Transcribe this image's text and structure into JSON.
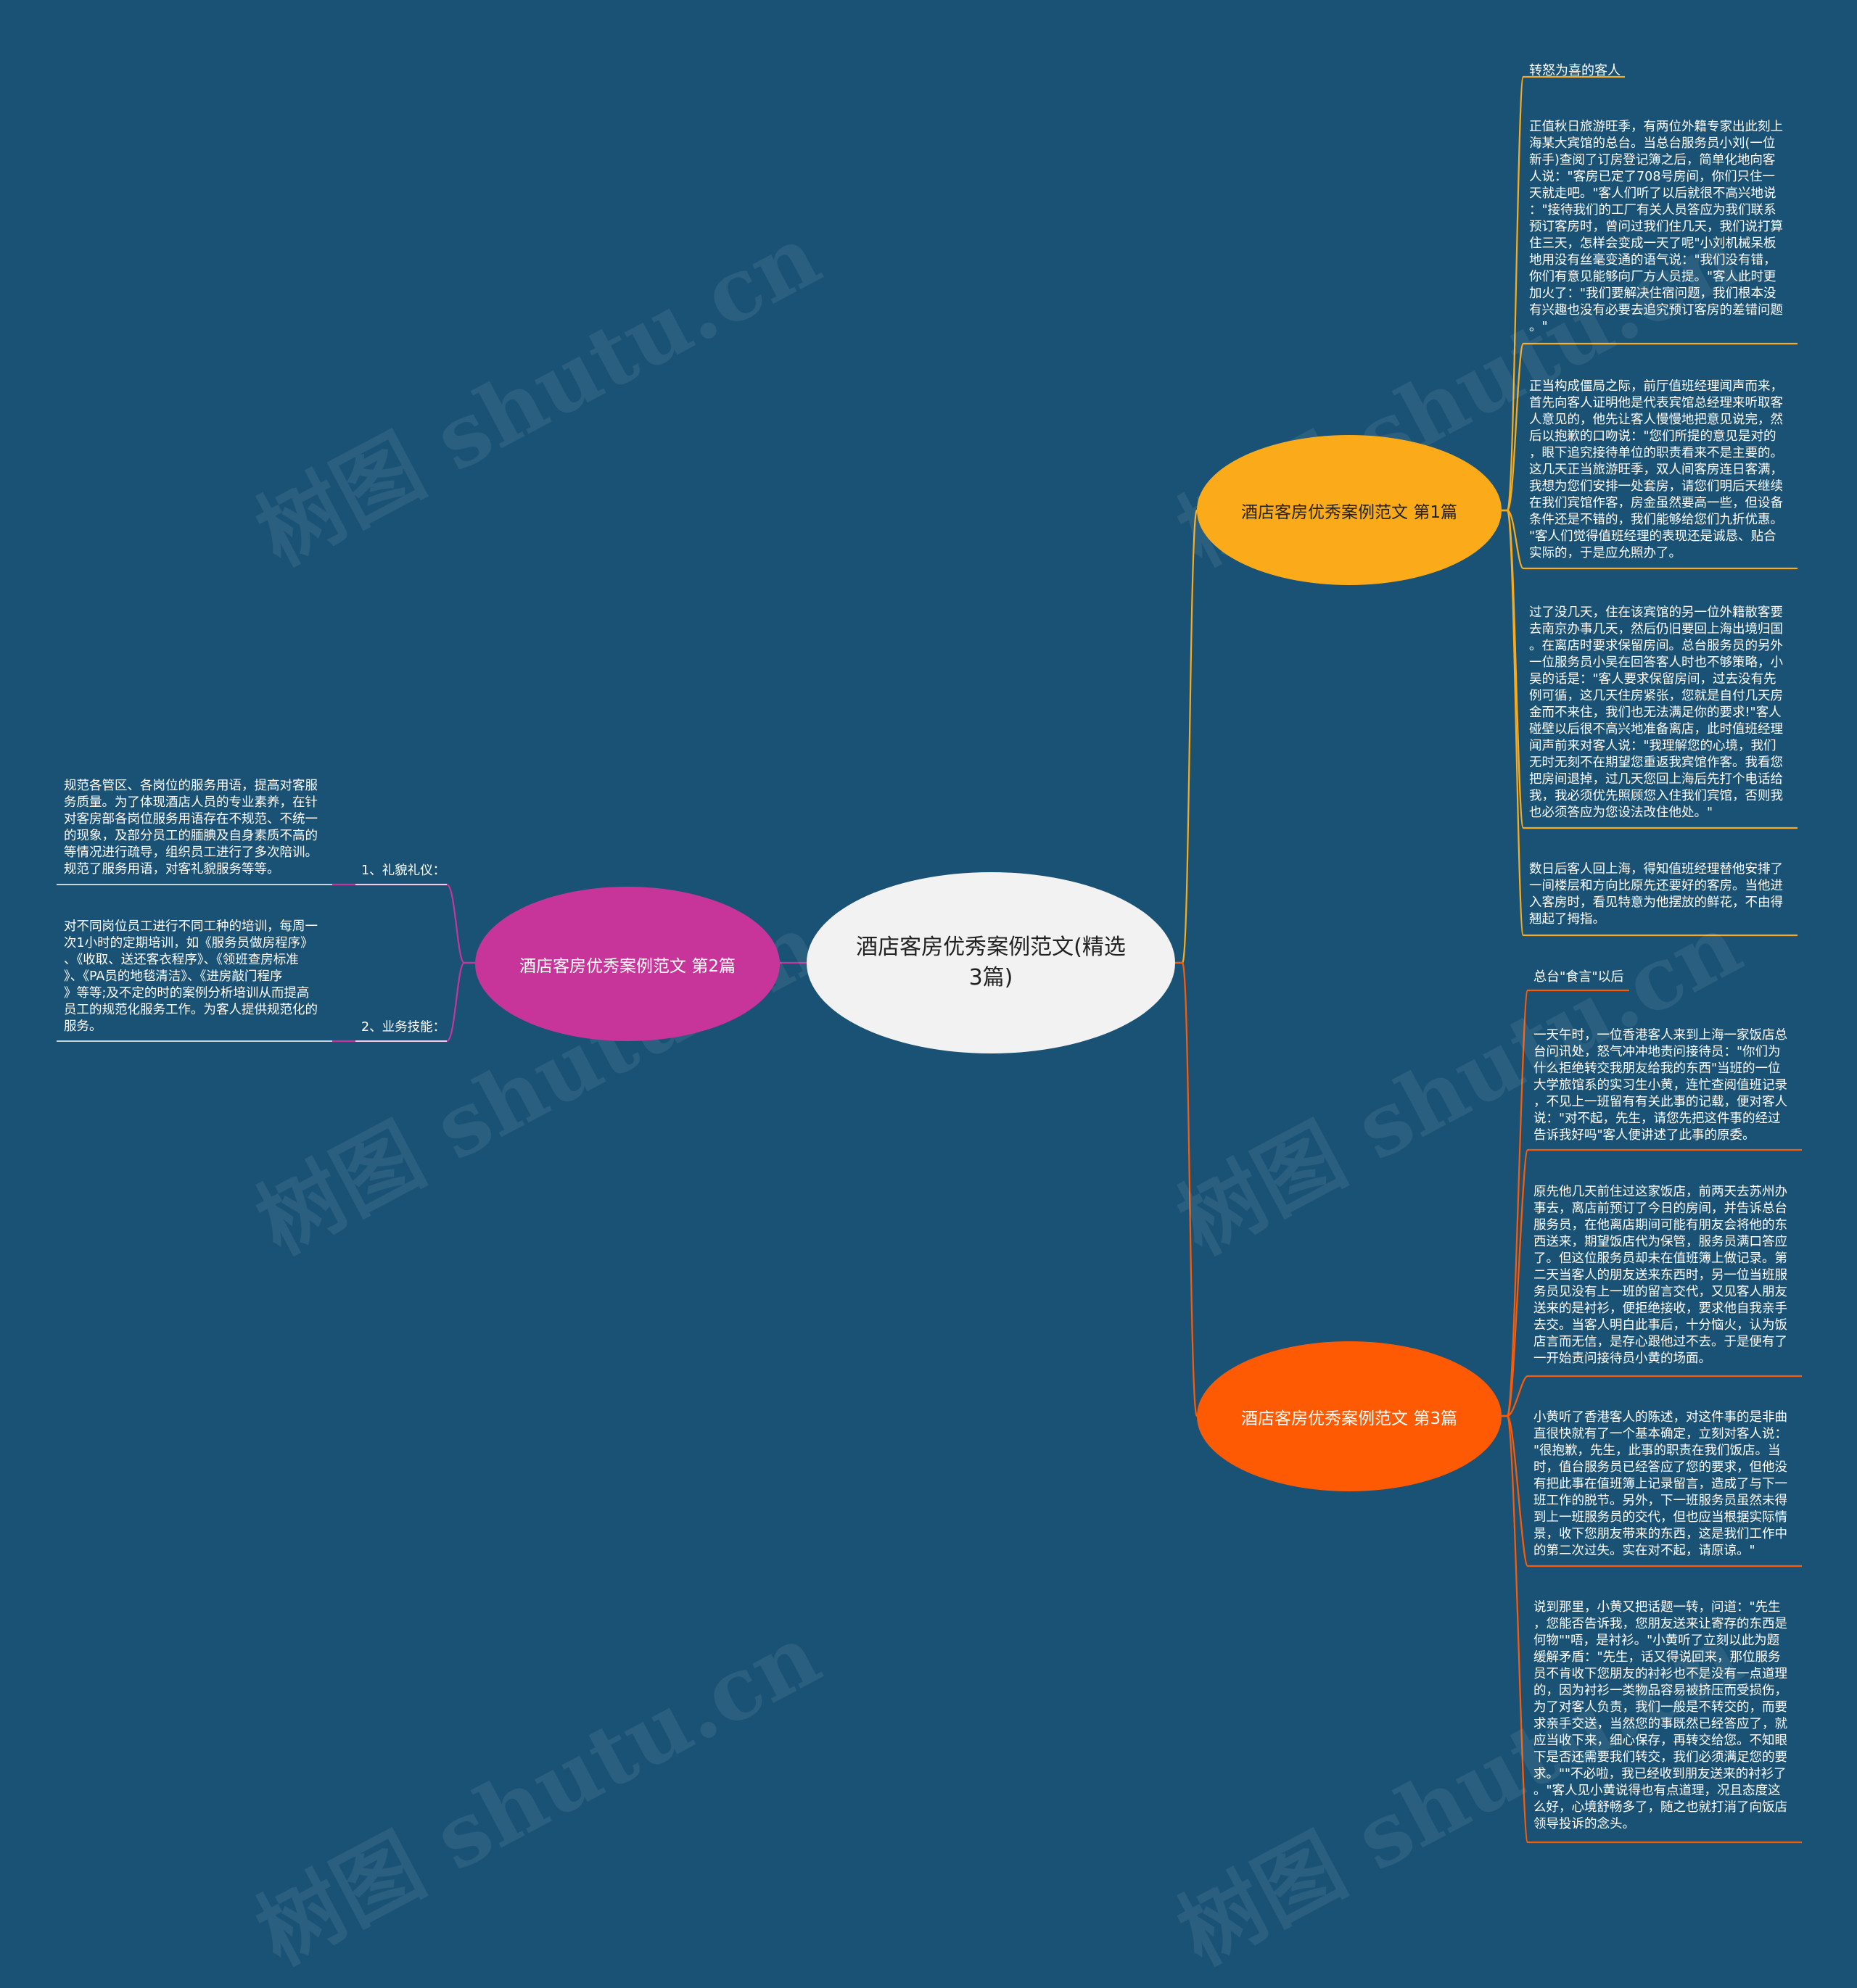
{
  "watermark": "树图 shutu.cn",
  "colors": {
    "background": "#1a5276",
    "root": "#f2f2f2",
    "branch1": "#fbab19",
    "branch2": "#c7359a",
    "branch3": "#fe5a03"
  },
  "root": {
    "label": "酒店客房优秀案例范文(精选3篇)"
  },
  "branch1": {
    "label": "酒店客房优秀案例范文 第1篇",
    "title": "转怒为喜的客人",
    "paragraphs": [
      "正值秋日旅游旺季，有两位外籍专家出此刻上\n海某大宾馆的总台。当总台服务员小刘(一位\n新手)查阅了订房登记簿之后，简单化地向客\n人说：\"客房已定了708号房间，你们只住一\n天就走吧。\"客人们听了以后就很不高兴地说\n：\"接待我们的工厂有关人员答应为我们联系\n预订客房时，曾问过我们住几天，我们说打算\n住三天，怎样会变成一天了呢\"小刘机械呆板\n地用没有丝毫变通的语气说：\"我们没有错，\n你们有意见能够向厂方人员提。\"客人此时更\n加火了：\"我们要解决住宿问题，我们根本没\n有兴趣也没有必要去追究预订客房的差错问题\n。\"",
      "正当构成僵局之际，前厅值班经理闻声而来，\n首先向客人证明他是代表宾馆总经理来听取客\n人意见的，他先让客人慢慢地把意见说完，然\n后以抱歉的口吻说：\"您们所提的意见是对的\n，眼下追究接待单位的职责看来不是主要的。\n这几天正当旅游旺季，双人间客房连日客满，\n我想为您们安排一处套房，请您们明后天继续\n在我们宾馆作客，房金虽然要高一些，但设备\n条件还是不错的，我们能够给您们九折优惠。\n\"客人们觉得值班经理的表现还是诚恳、贴合\n实际的，于是应允照办了。",
      "过了没几天，住在该宾馆的另一位外籍散客要\n去南京办事几天，然后仍旧要回上海出境归国\n。在离店时要求保留房间。总台服务员的另外\n一位服务员小吴在回答客人时也不够策略，小\n吴的话是：\"客人要求保留房间，过去没有先\n例可循，这几天住房紧张，您就是自付几天房\n金而不来住，我们也无法满足你的要求!\"客人\n碰壁以后很不高兴地准备离店，此时值班经理\n闻声前来对客人说：\"我理解您的心境，我们\n无时无刻不在期望您重返我宾馆作客。我看您\n把房间退掉，过几天您回上海后先打个电话给\n我，我必须优先照顾您入住我们宾馆，否则我\n也必须答应为您设法改住他处。\"",
      "数日后客人回上海，得知值班经理替他安排了\n一间楼层和方向比原先还要好的客房。当他进\n入客房时，看见特意为他摆放的鲜花，不由得\n翘起了拇指。"
    ]
  },
  "branch2": {
    "label": "酒店客房优秀案例范文 第2篇",
    "items": [
      {
        "label": "1、礼貌礼仪：",
        "text": "规范各管区、各岗位的服务用语，提高对客服\n务质量。为了体现酒店人员的专业素养，在针\n对客房部各岗位服务用语存在不规范、不统一\n的现象，及部分员工的腼腆及自身素质不高的\n等情况进行疏导，组织员工进行了多次陪训。\n规范了服务用语，对客礼貌服务等等。"
      },
      {
        "label": "2、业务技能：",
        "text": "对不同岗位员工进行不同工种的培训，每周一\n次1小时的定期培训，如《服务员做房程序》\n、《收取、送还客衣程序》、《领班查房标准\n》、《PA员的地毯清洁》、《进房敲门程序\n》等等;及不定的时的案例分析培训从而提高\n员工的规范化服务工作。为客人提供规范化的\n服务。"
      }
    ]
  },
  "branch3": {
    "label": "酒店客房优秀案例范文 第3篇",
    "title": "总台\"食言\"以后",
    "paragraphs": [
      "一天午时，一位香港客人来到上海一家饭店总\n台问讯处，怒气冲冲地责问接待员：\"你们为\n什么拒绝转交我朋友给我的东西\"当班的一位\n大学旅馆系的实习生小黄，连忙查阅值班记录\n，不见上一班留有有关此事的记载，便对客人\n说：\"对不起，先生，请您先把这件事的经过\n告诉我好吗\"客人便讲述了此事的原委。",
      "原先他几天前住过这家饭店，前两天去苏州办\n事去，离店前预订了今日的房间，并告诉总台\n服务员，在他离店期间可能有朋友会将他的东\n西送来，期望饭店代为保管，服务员满口答应\n了。但这位服务员却未在值班簿上做记录。第\n二天当客人的朋友送来东西时，另一位当班服\n务员见没有上一班的留言交代，又见客人朋友\n送来的是衬衫，便拒绝接收，要求他自我亲手\n去交。当客人明白此事后，十分恼火，认为饭\n店言而无信，是存心跟他过不去。于是便有了\n一开始责问接待员小黄的场面。",
      "小黄听了香港客人的陈述，对这件事的是非曲\n直很快就有了一个基本确定，立刻对客人说：\n\"很抱歉，先生，此事的职责在我们饭店。当\n时，值台服务员已经答应了您的要求，但他没\n有把此事在值班簿上记录留言，造成了与下一\n班工作的脱节。另外，下一班服务员虽然未得\n到上一班服务员的交代，但也应当根据实际情\n景，收下您朋友带来的东西，这是我们工作中\n的第二次过失。实在对不起，请原谅。\"",
      "说到那里，小黄又把话题一转，问道：\"先生\n，您能否告诉我，您朋友送来让寄存的东西是\n何物\"\"唔，是衬衫。\"小黄听了立刻以此为题\n缓解矛盾：\"先生，话又得说回来，那位服务\n员不肯收下您朋友的衬衫也不是没有一点道理\n的，因为衬衫一类物品容易被挤压而受损伤，\n为了对客人负责，我们一般是不转交的，而要\n求亲手交送，当然您的事既然已经答应了，就\n应当收下来，细心保存，再转交给您。不知眼\n下是否还需要我们转交，我们必须满足您的要\n求。\"\"不必啦，我已经收到朋友送来的衬衫了\n。\"客人见小黄说得也有点道理，况且态度这\n么好，心境舒畅多了，随之也就打消了向饭店\n领导投诉的念头。"
    ]
  }
}
